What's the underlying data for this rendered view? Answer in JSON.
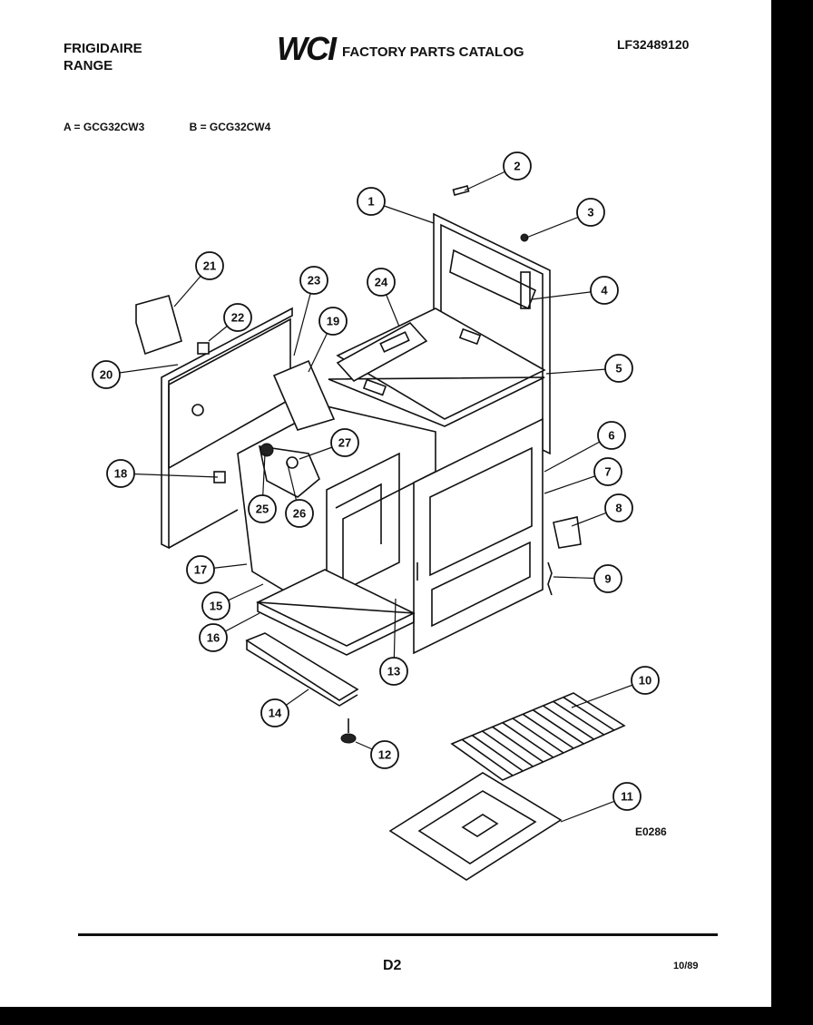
{
  "header": {
    "brand_line1": "FRIGIDAIRE",
    "brand_line2": "RANGE",
    "logo": "WCI",
    "catalog_title": "FACTORY PARTS CATALOG",
    "catalog_number": "LF32489120"
  },
  "models": {
    "a": "A = GCG32CW3",
    "b": "B = GCG32CW4"
  },
  "figure_code": "E0286",
  "footer": {
    "page": "D2",
    "date": "10/89"
  },
  "callouts": [
    "1",
    "2",
    "3",
    "4",
    "5",
    "6",
    "7",
    "8",
    "9",
    "10",
    "11",
    "12",
    "13",
    "14",
    "15",
    "16",
    "17",
    "18",
    "19",
    "20",
    "21",
    "22",
    "23",
    "24",
    "25",
    "26",
    "27"
  ]
}
